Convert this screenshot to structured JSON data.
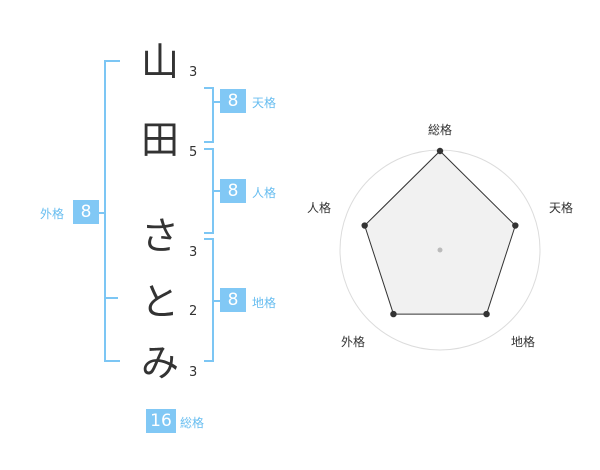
{
  "colors": {
    "bracket": "#7cc6f4",
    "badge_bg": "#81c8f5",
    "label": "#67bdf0",
    "text": "#333333",
    "radar_fill": "#efefef"
  },
  "name": {
    "chars": [
      {
        "char": "山",
        "strokes": "3"
      },
      {
        "char": "田",
        "strokes": "5"
      },
      {
        "char": "さ",
        "strokes": "3"
      },
      {
        "char": "と",
        "strokes": "2"
      },
      {
        "char": "み",
        "strokes": "3"
      }
    ]
  },
  "fortune": {
    "tenkaku": {
      "label": "天格",
      "value": "8"
    },
    "jinkaku": {
      "label": "人格",
      "value": "8"
    },
    "chikaku": {
      "label": "地格",
      "value": "8"
    },
    "gaikaku": {
      "label": "外格",
      "value": "8"
    },
    "soukaku": {
      "label": "総格",
      "value": "16"
    }
  },
  "chart_data": {
    "type": "radar",
    "axes": [
      "総格",
      "天格",
      "地格",
      "外格",
      "人格"
    ],
    "values": [
      5,
      4,
      4,
      4,
      4
    ],
    "max": 5,
    "rings": 5
  }
}
